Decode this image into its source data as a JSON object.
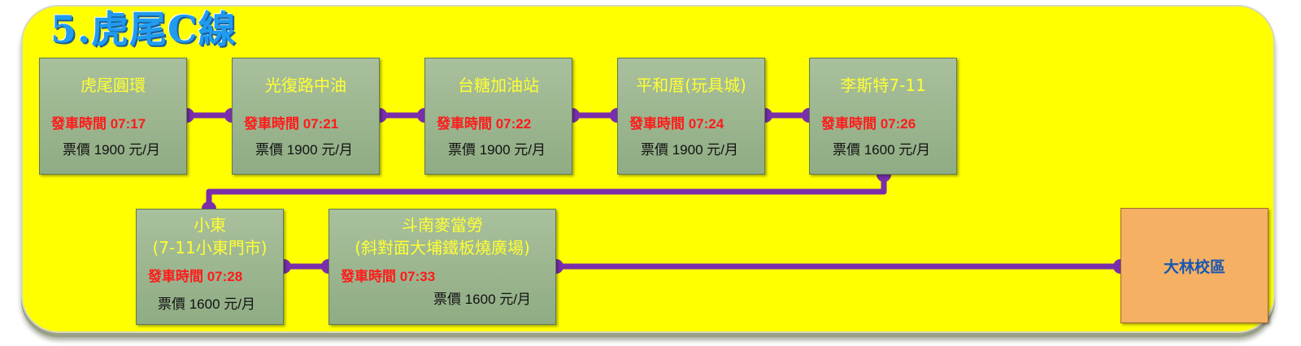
{
  "title": "5.虎尾C線",
  "stops": [
    {
      "name": [
        "虎尾圓環"
      ],
      "depart": "發車時間 07:17",
      "fare": "票價 1900 元/月"
    },
    {
      "name": [
        "光復路中油"
      ],
      "depart": "發車時間 07:21",
      "fare": "票價 1900 元/月"
    },
    {
      "name": [
        "台糖加油站"
      ],
      "depart": "發車時間 07:22",
      "fare": "票價 1900 元/月"
    },
    {
      "name": [
        "平和厝(玩具城)"
      ],
      "depart": "發車時間 07:24",
      "fare": "票價 1900 元/月"
    },
    {
      "name": [
        "李斯特7-11"
      ],
      "depart": "發車時間 07:26",
      "fare": "票價 1600 元/月"
    },
    {
      "name": [
        "小東",
        "(7-11小東門市)"
      ],
      "depart": "發車時間 07:28",
      "fare": "票價 1600 元/月"
    },
    {
      "name": [
        "斗南麥當勞",
        "(斜對面大埔鐵板燒廣場)"
      ],
      "depart": "發車時間 07:33",
      "fare": "票價 1600 元/月"
    }
  ],
  "terminal": {
    "name": "大林校區"
  },
  "colors": {
    "panel": "#ffff00",
    "title": "#1f9cf0",
    "stop_box": "#9db692",
    "stop_name": "#ffff33",
    "depart": "#ff1a1a",
    "fare": "#111111",
    "connector": "#7a2eaa",
    "terminal_box": "#f6b064",
    "terminal_text": "#1858b0"
  }
}
